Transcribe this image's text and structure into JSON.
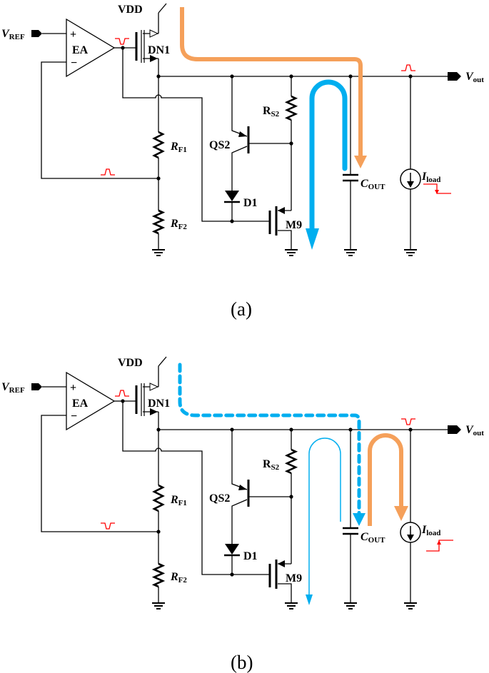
{
  "colors": {
    "wire": "#000000",
    "signal": "#FF0000",
    "orange_flow": "#F5A05A",
    "blue_flow": "#00AEEF"
  },
  "labels": {
    "vdd": "VDD",
    "vref": {
      "main": "V",
      "sub": "REF"
    },
    "ea": "EA",
    "plus": "+",
    "minus": "−",
    "dn1": "DN1",
    "rf1": {
      "main": "R",
      "sub": "F1"
    },
    "rf2": {
      "main": "R",
      "sub": "F2"
    },
    "qs2": "QS2",
    "d1": "D1",
    "rs2": {
      "main": "R",
      "sub": "S2"
    },
    "m9": "M9",
    "cout": {
      "main": "C",
      "sub": "OUT"
    },
    "iload": {
      "main": "I",
      "sub": "load"
    },
    "vout": {
      "main": "V",
      "sub": "out"
    }
  },
  "panels": [
    {
      "caption": "(a)",
      "ea_output_pulse": "dip",
      "feedback_pulse": "bump",
      "vout_pulse": "bump",
      "iload_step": "down"
    },
    {
      "caption": "(b)",
      "ea_output_pulse": "bump",
      "feedback_pulse": "dip",
      "vout_pulse": "dip",
      "iload_step": "up"
    }
  ]
}
